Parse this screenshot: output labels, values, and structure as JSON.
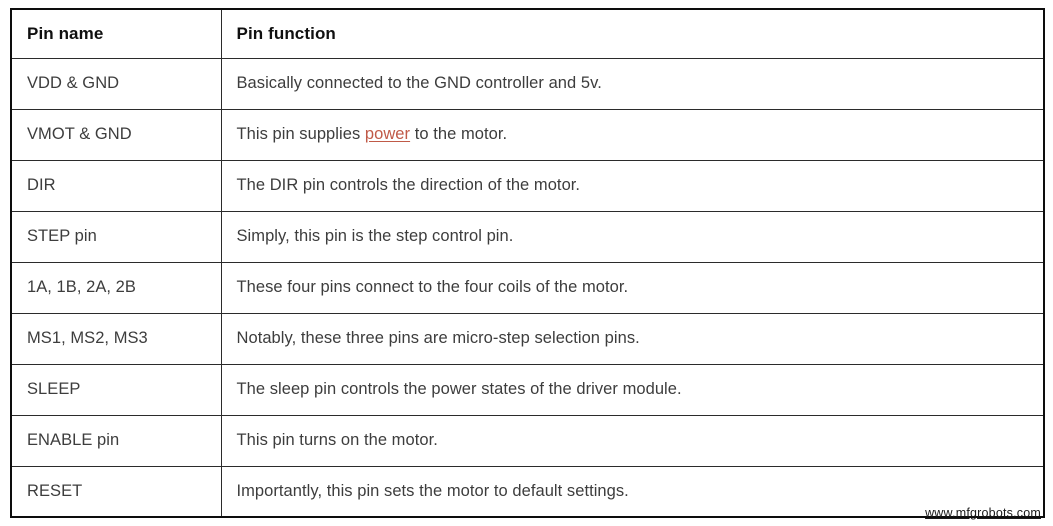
{
  "table": {
    "columns": [
      "Pin name",
      "Pin function"
    ],
    "rows": [
      {
        "pin_name": "VDD & GND",
        "function_prefix": "Basically connected to the GND controller and 5v.",
        "link_text": "",
        "function_suffix": ""
      },
      {
        "pin_name": "VMOT & GND",
        "function_prefix": "This pin supplies ",
        "link_text": "power",
        "function_suffix": " to the motor."
      },
      {
        "pin_name": "DIR",
        "function_prefix": "The DIR pin controls the direction of the motor.",
        "link_text": "",
        "function_suffix": ""
      },
      {
        "pin_name": "STEP pin",
        "function_prefix": "Simply, this pin is the step control pin.",
        "link_text": "",
        "function_suffix": ""
      },
      {
        "pin_name": "1A, 1B, 2A, 2B",
        "function_prefix": "These four pins connect to the four coils of the motor.",
        "link_text": "",
        "function_suffix": ""
      },
      {
        "pin_name": "MS1, MS2, MS3",
        "function_prefix": "Notably, these three pins are micro-step selection pins.",
        "link_text": "",
        "function_suffix": ""
      },
      {
        "pin_name": "SLEEP",
        "function_prefix": "The sleep pin controls the power states of the driver module.",
        "link_text": "",
        "function_suffix": ""
      },
      {
        "pin_name": "ENABLE pin",
        "function_prefix": "This pin turns on the motor.",
        "link_text": "",
        "function_suffix": ""
      },
      {
        "pin_name": "RESET",
        "function_prefix": "Importantly, this pin sets the motor to default settings.",
        "link_text": "",
        "function_suffix": ""
      }
    ]
  },
  "watermark": {
    "text": "www.mfgrobots.com"
  },
  "colors": {
    "link": "#c05a48",
    "border": "#2b2b2b",
    "outer_border": "#0d0d0d",
    "header_text": "#101010",
    "body_text": "#3d3d3d",
    "background": "#ffffff"
  }
}
